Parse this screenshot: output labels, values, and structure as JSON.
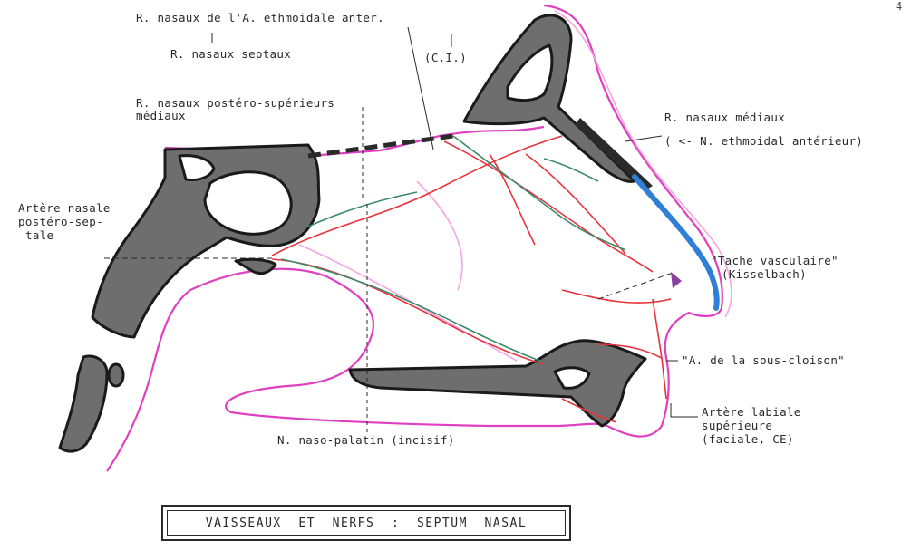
{
  "colors": {
    "bone": "#6e6e6e",
    "bone_outline": "#1a1a1a",
    "mucosa": "#e040c0",
    "mucosa_light": "#f2a6e2",
    "artery": "#e8323c",
    "nerve": "#3a8a6a",
    "blue_band": "#2f7fd6",
    "ink": "#2a2a2a"
  },
  "labels": {
    "r_nasaux_ethmoidale": "R. nasaux de l'A. ethmoidale anter.",
    "ci": "(C.I.)",
    "r_nasaux_septaux": "R. nasaux septaux",
    "r_nasaux_postero": "R. nasaux postéro-supérieurs",
    "r_nasaux_postero_2": "médiaux",
    "r_nasaux_mediaux": "R. nasaux médiaux",
    "n_ethmoidal": "( <- N. ethmoidal antérieur)",
    "artere_nasale_1": "Artère nasale",
    "artere_nasale_2": "postéro-sep-",
    "artere_nasale_3": "tale",
    "tache_1": "\"Tache vasculaire\"",
    "tache_2": "(Kisselbach)",
    "a_sous_cloison": "\"A. de la sous-cloison\"",
    "artere_labiale_1": "Artère labiale",
    "artere_labiale_2": "supérieure",
    "artere_labiale_3": "(faciale, CE)",
    "n_naso_palatin": "N. naso-palatin (incisif)",
    "title": "VAISSEAUX  ET  NERFS  :  SEPTUM  NASAL",
    "corner": "4"
  }
}
